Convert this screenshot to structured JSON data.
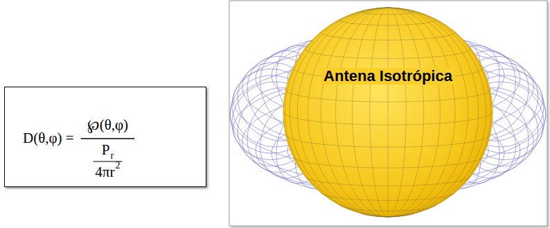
{
  "diagram": {
    "nodes": [
      {
        "text": [
          "D(θ,φ) =",
          "℘(θ,φ)",
          "P",
          "r",
          "4πr",
          "2"
        ]
      },
      {
        "text": [
          "Antena Isotrópica"
        ]
      }
    ]
  }
}
